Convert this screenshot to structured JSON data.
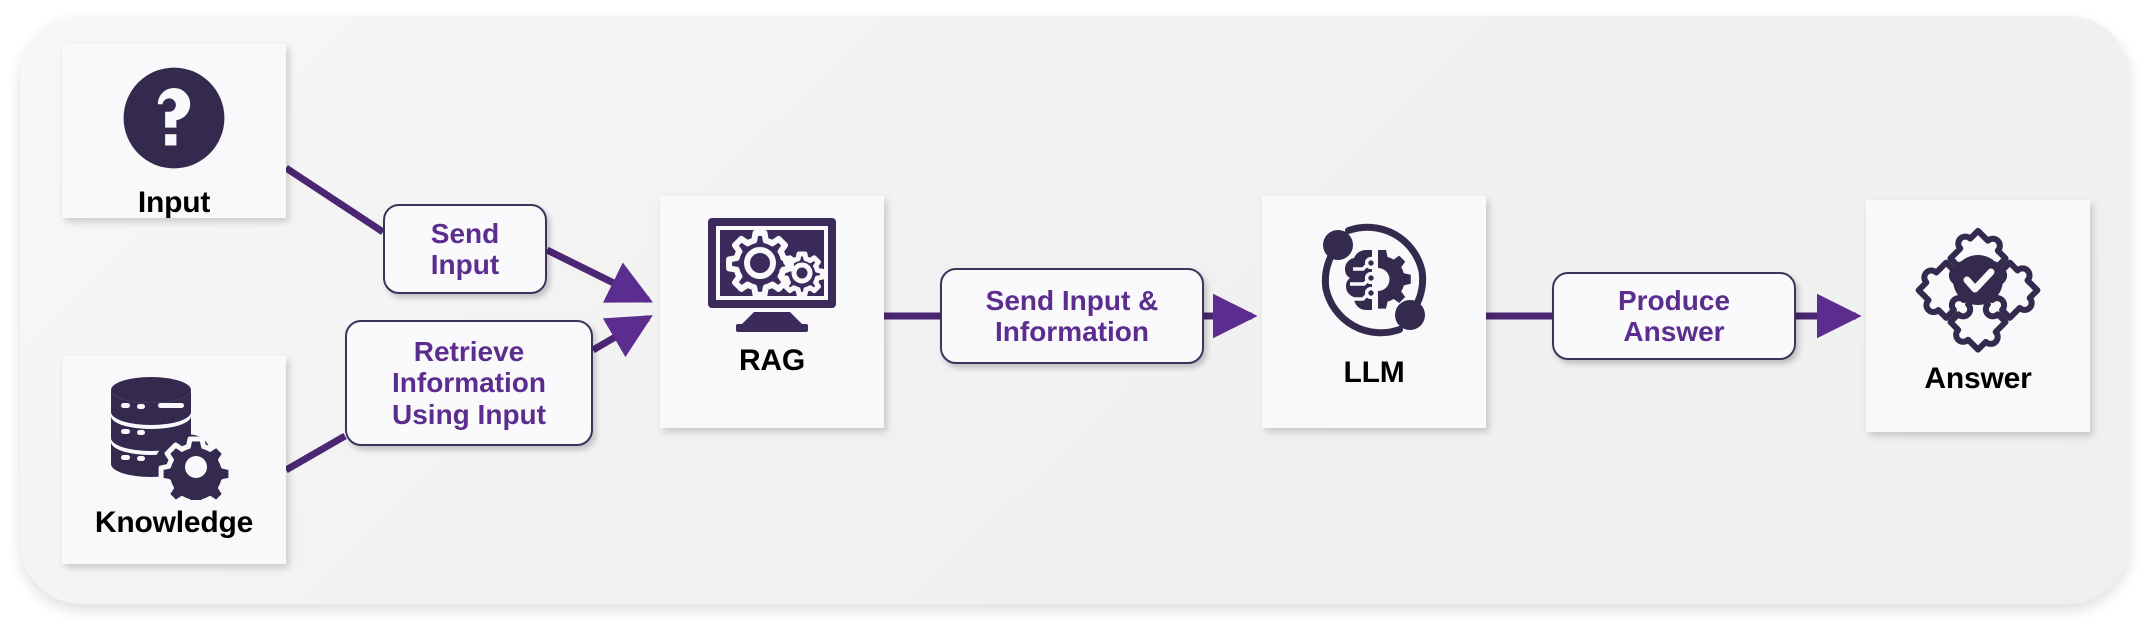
{
  "diagram": {
    "title": "RAG pipeline flow",
    "colors": {
      "panel_bg": "#F1F1F1",
      "card_bg": "#F9F9FB",
      "icon_dark": "#332A4E",
      "edge_purple": "#5B2D8E",
      "pill_border": "#41325C",
      "label_text": "#000000"
    },
    "nodes": [
      {
        "id": "input",
        "label": "Input",
        "icon": "question-mark-circle-icon"
      },
      {
        "id": "knowledge",
        "label": "Knowledge",
        "icon": "database-cloud-gear-icon"
      },
      {
        "id": "rag",
        "label": "RAG",
        "icon": "monitor-gears-icon"
      },
      {
        "id": "llm",
        "label": "LLM",
        "icon": "brain-gear-orbit-icon"
      },
      {
        "id": "answer",
        "label": "Answer",
        "icon": "puzzle-check-icon"
      }
    ],
    "edges": [
      {
        "id": "e1",
        "from": "input",
        "to": "rag",
        "label": "Send\nInput",
        "line1": "Send",
        "line2": "Input",
        "line3": ""
      },
      {
        "id": "e2",
        "from": "knowledge",
        "to": "rag",
        "label": "Retrieve Information Using Input",
        "line1": "Retrieve",
        "line2": "Information",
        "line3": "Using Input"
      },
      {
        "id": "e3",
        "from": "rag",
        "to": "llm",
        "label": "Send Input & Information",
        "line1": "Send Input &",
        "line2": "Information",
        "line3": ""
      },
      {
        "id": "e4",
        "from": "llm",
        "to": "answer",
        "label": "Produce Answer",
        "line1": "Produce",
        "line2": "Answer",
        "line3": ""
      }
    ]
  }
}
